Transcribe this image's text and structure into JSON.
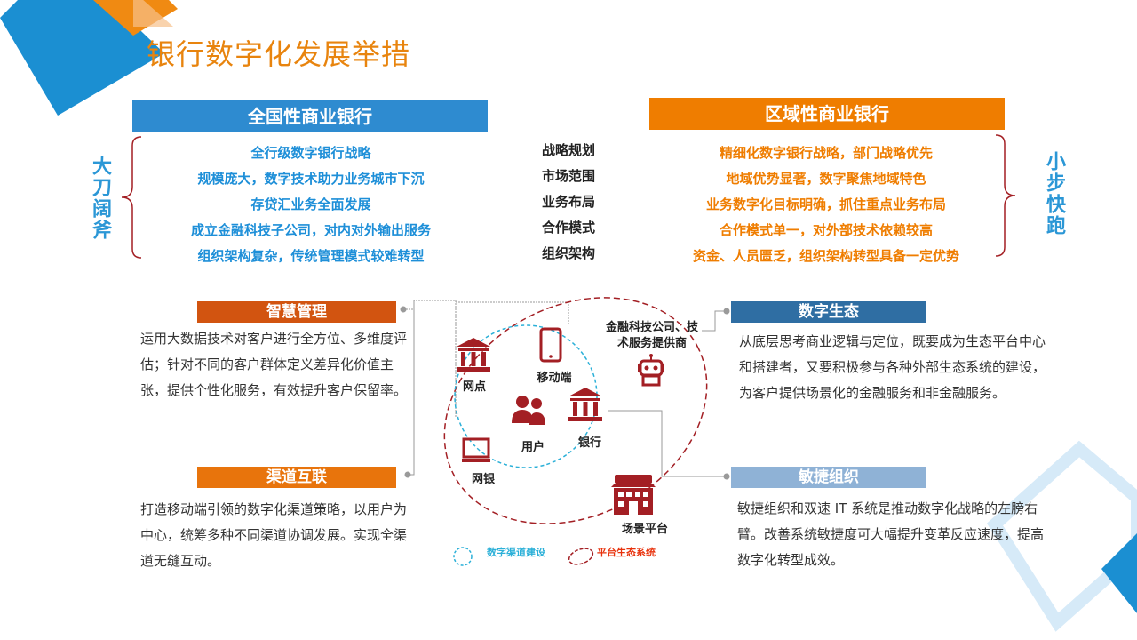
{
  "title": "银行数字化发展举措",
  "left_header": "全国性商业银行",
  "right_header": "区域性商业银行",
  "left_items": [
    "全行级数字银行战略",
    "规模庞大，数字技术助力业务城市下沉",
    "存贷汇业务全面发展",
    "成立金融科技子公司，对内对外输出服务",
    "组织架构复杂，传统管理模式较难转型"
  ],
  "middle_items": [
    "战略规划",
    "市场范围",
    "业务布局",
    "合作模式",
    "组织架构"
  ],
  "right_items": [
    "精细化数字银行战略，部门战略优先",
    "地域优势显著，数字聚焦地域特色",
    "业务数字化目标明确，抓住重点业务布局",
    "合作模式单一，对外部技术依赖较高",
    "资金、人员匮乏，组织架构转型具备一定优势"
  ],
  "left_vertical": "大刀阔斧",
  "right_vertical": "小步快跑",
  "sections": {
    "smart_mgmt": {
      "title": "智慧管理",
      "text": "运用大数据技术对客户进行全方位、多维度评估；针对不同的客户群体定义差异化价值主张，提供个性化服务，有效提升客户保留率。"
    },
    "channel": {
      "title": "渠道互联",
      "text": "打造移动端引领的数字化渠道策略，以用户为中心，统筹多种不同渠道协调发展。实现全渠道无缝互动。"
    },
    "ecosystem": {
      "title": "数字生态",
      "text": "从底层思考商业逻辑与定位，既要成为生态平台中心和搭建者，又要积极参与各种外部生态系统的建设，为客户提供场景化的金融服务和非金融服务。"
    },
    "agile": {
      "title": "敏捷组织",
      "text": "敏捷组织和双速 IT 系统是推动数字化战略的左膀右臂。改善系统敏捷度可大幅提升变革反应速度，提高数字化转型成效。"
    }
  },
  "diagram": {
    "branch": "网点",
    "mobile": "移动端",
    "user": "用户",
    "bank": "银行",
    "online": "网银",
    "fintech": "金融科技公司、技术服务提供商",
    "scene": "场景平台",
    "legend_channel": "数字渠道建设",
    "legend_platform": "平台生态系统"
  },
  "colors": {
    "blue": "#2e8bd0",
    "orange": "#ef7d00",
    "title_orange": "#e8840e",
    "dark_red": "#a31f24",
    "brown_orange": "#d25410",
    "sec_orange": "#e8740c",
    "navy": "#2f6ea3",
    "light_blue": "#8fb2d6",
    "cyan": "#2bb0d8"
  }
}
